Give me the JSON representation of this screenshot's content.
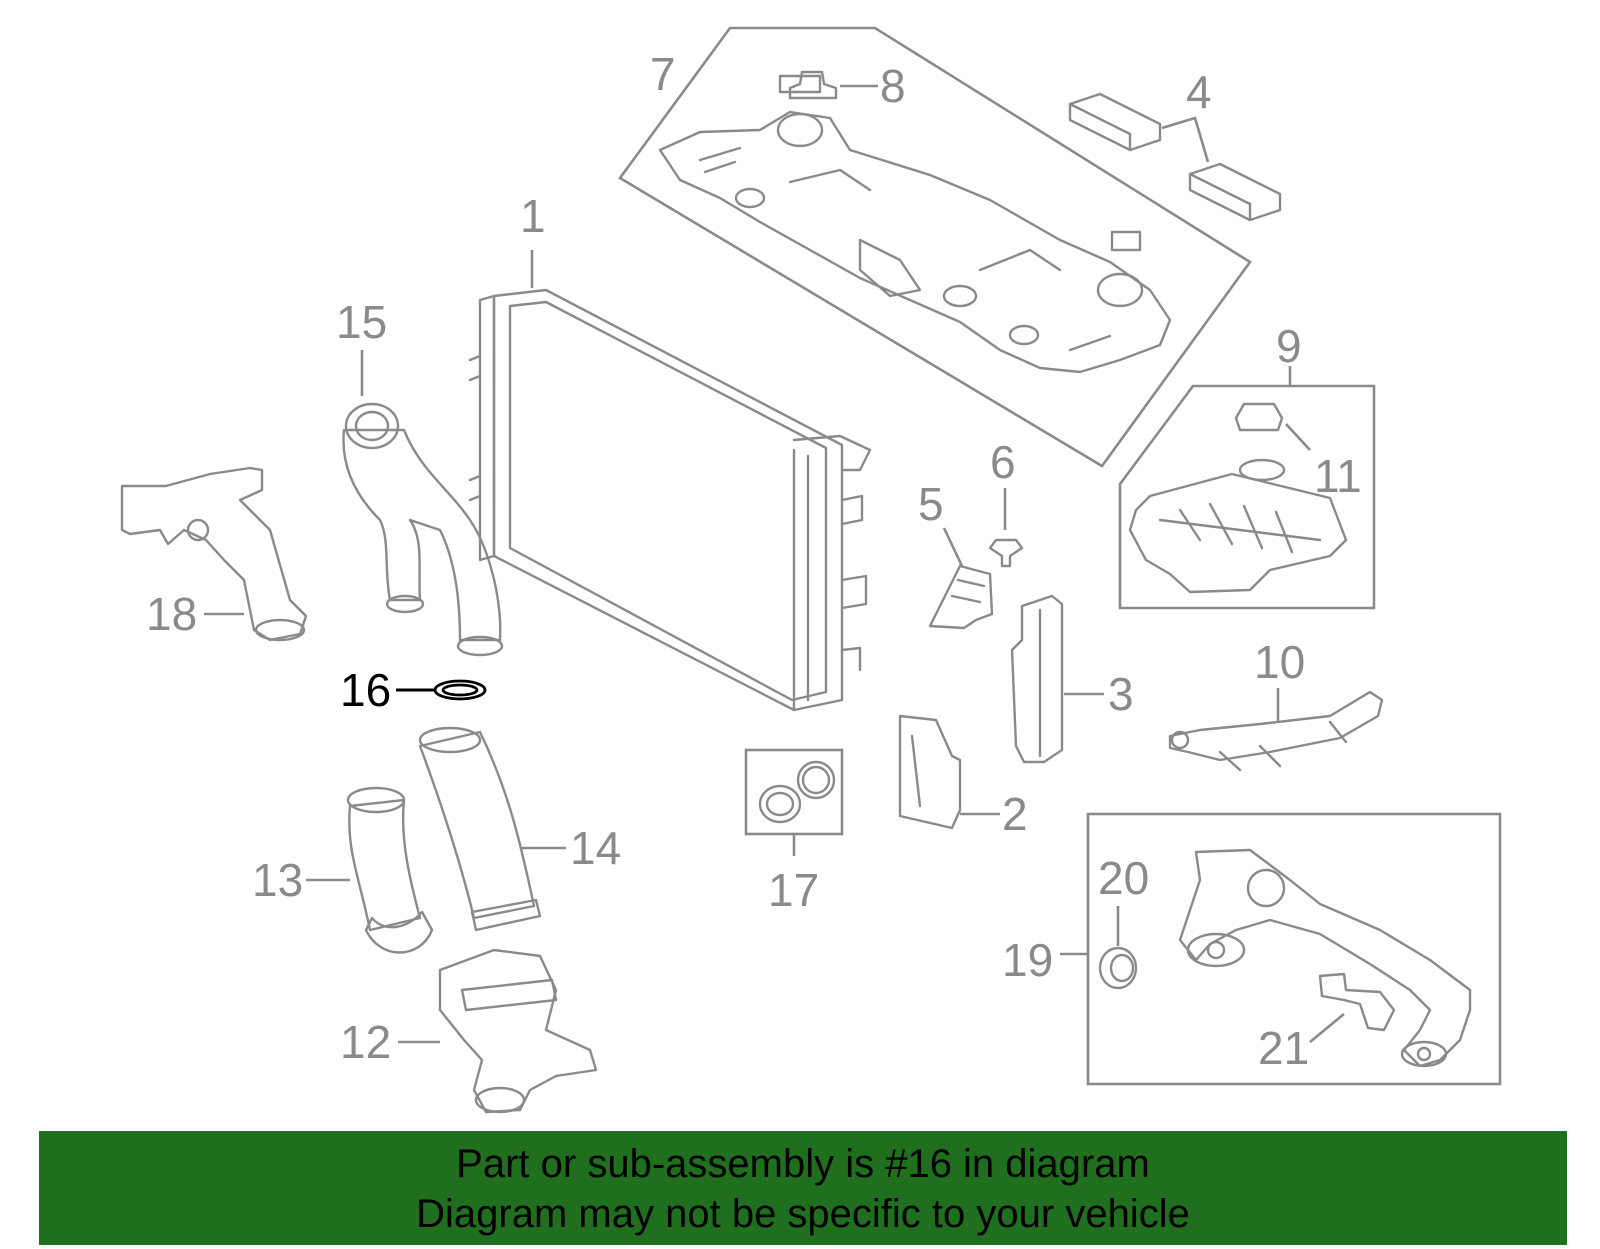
{
  "colors": {
    "linework": "#8a8a8a",
    "highlight": "#000000",
    "banner_background": "#1f6f1f",
    "banner_text": "#000000"
  },
  "callouts": {
    "c1": "1",
    "c2": "2",
    "c3": "3",
    "c4": "4",
    "c5": "5",
    "c6": "6",
    "c7": "7",
    "c8": "8",
    "c9": "9",
    "c10": "10",
    "c11": "11",
    "c12": "12",
    "c13": "13",
    "c14": "14",
    "c15": "15",
    "c16": "16",
    "c17": "17",
    "c18": "18",
    "c19": "19",
    "c20": "20",
    "c21": "21"
  },
  "highlighted_part": "16",
  "banner": {
    "line1": "Part or sub-assembly is #16 in diagram",
    "line2": "Diagram may not be specific to your vehicle"
  }
}
